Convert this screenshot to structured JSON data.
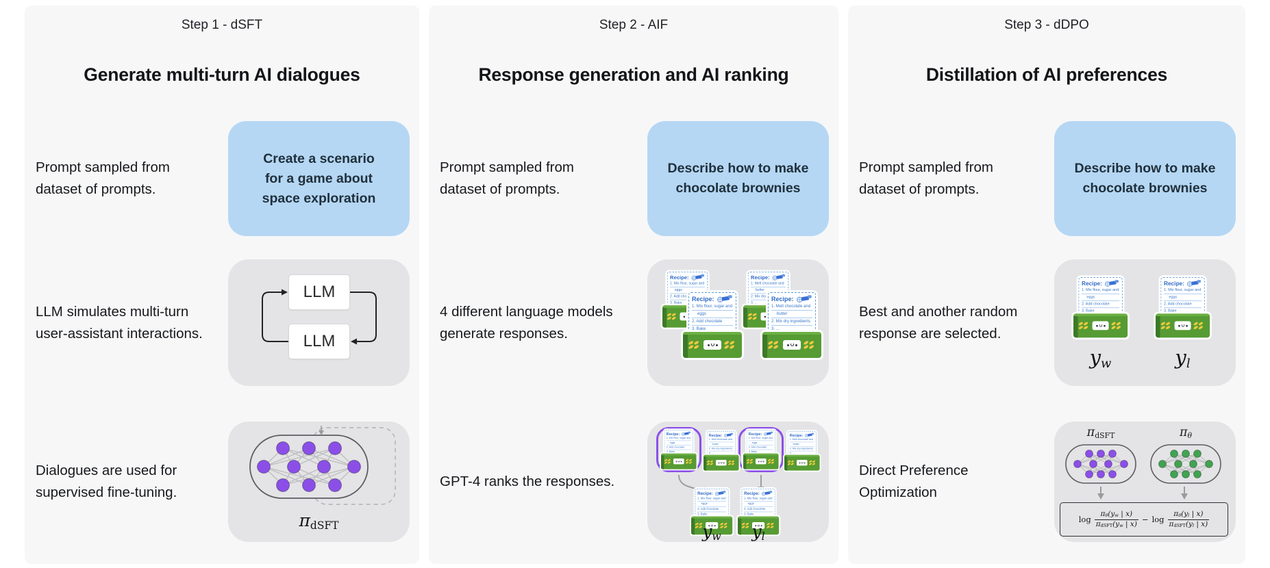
{
  "colors": {
    "page": "#ffffff",
    "panel": "#f7f7f8",
    "box": "#e4e4e6",
    "bubble": "#b5d7f4",
    "text": "#1a1c1f",
    "purple": "#8b4fe8",
    "green": "#41a351",
    "cardblue": "#2f6bc6",
    "cardgreen": "#569b33",
    "wheat": "#eac93f"
  },
  "columns": [
    {
      "step_label": "Step 1 - dSFT",
      "heading": "Generate multi-turn AI dialogues",
      "rows": [
        {
          "text": "Prompt sampled from\ndataset of prompts.",
          "bubble": "Create a scenario\nfor a game about\nspace exploration"
        },
        {
          "text": "LLM simulates multi-turn\nuser-assistant interactions.",
          "llm_top": "LLM",
          "llm_bottom": "LLM"
        },
        {
          "text": "Dialogues are used for\nsupervised fine-tuning."
        }
      ]
    },
    {
      "step_label": "Step 2 - AIF",
      "heading": "Response generation and AI ranking",
      "rows": [
        {
          "text": "Prompt sampled from\ndataset of prompts.",
          "bubble": "Describe how to make\nchocolate brownies"
        },
        {
          "text": "4 different language models\ngenerate responses."
        },
        {
          "text": "GPT-4 ranks the responses."
        }
      ]
    },
    {
      "step_label": "Step 3 - dDPO",
      "heading": "Distillation of AI preferences",
      "rows": [
        {
          "text": "Prompt sampled from\ndataset of prompts.",
          "bubble": "Describe how to make\nchocolate brownies"
        },
        {
          "text": "Best and another random\nresponse are selected."
        },
        {
          "text": "Direct Preference\nOptimization"
        }
      ]
    }
  ],
  "recipe_card": {
    "title": "Recipe:",
    "variants": [
      [
        "1. Mix flour, sugar and",
        "eggs",
        "2. Add chocolate",
        "3. Bake"
      ],
      [
        "1. Melt chocolate and",
        "butter",
        "2. Mix dry ingredients",
        "3. ..."
      ]
    ]
  },
  "labels": {
    "pi_dsft": [
      {
        "t": "π",
        "i": 1
      },
      {
        "s": "dSFT"
      }
    ],
    "pi_theta": [
      {
        "t": "π",
        "i": 1
      },
      {
        "s": "θ",
        "i": 1
      }
    ],
    "y_w": [
      {
        "t": "y",
        "i": 1
      },
      {
        "s": "w",
        "i": 1
      }
    ],
    "y_l": [
      {
        "t": "y",
        "i": 1
      },
      {
        "s": "l",
        "i": 1
      }
    ]
  },
  "formula": {
    "log1": "log",
    "minus": "−",
    "log2": "log",
    "f1num": [
      {
        "t": "π",
        "i": 1
      },
      {
        "s": "θ",
        "i": 1
      },
      {
        "t": "(y",
        "i": 1
      },
      {
        "s": "w",
        "i": 1
      },
      {
        "t": " | x)",
        "i": 1
      }
    ],
    "f1den": [
      {
        "t": "π",
        "i": 1
      },
      {
        "s": "dSFT"
      },
      {
        "t": "(y",
        "i": 1
      },
      {
        "s": "w",
        "i": 1
      },
      {
        "t": " | x)",
        "i": 1
      }
    ],
    "f2num": [
      {
        "t": "π",
        "i": 1
      },
      {
        "s": "θ",
        "i": 1
      },
      {
        "t": "(y",
        "i": 1
      },
      {
        "s": "l",
        "i": 1
      },
      {
        "t": " | x)",
        "i": 1
      }
    ],
    "f2den": [
      {
        "t": "π",
        "i": 1
      },
      {
        "s": "dSFT"
      },
      {
        "t": "(y",
        "i": 1
      },
      {
        "s": "l",
        "i": 1
      },
      {
        "t": " | x)",
        "i": 1
      }
    ]
  }
}
